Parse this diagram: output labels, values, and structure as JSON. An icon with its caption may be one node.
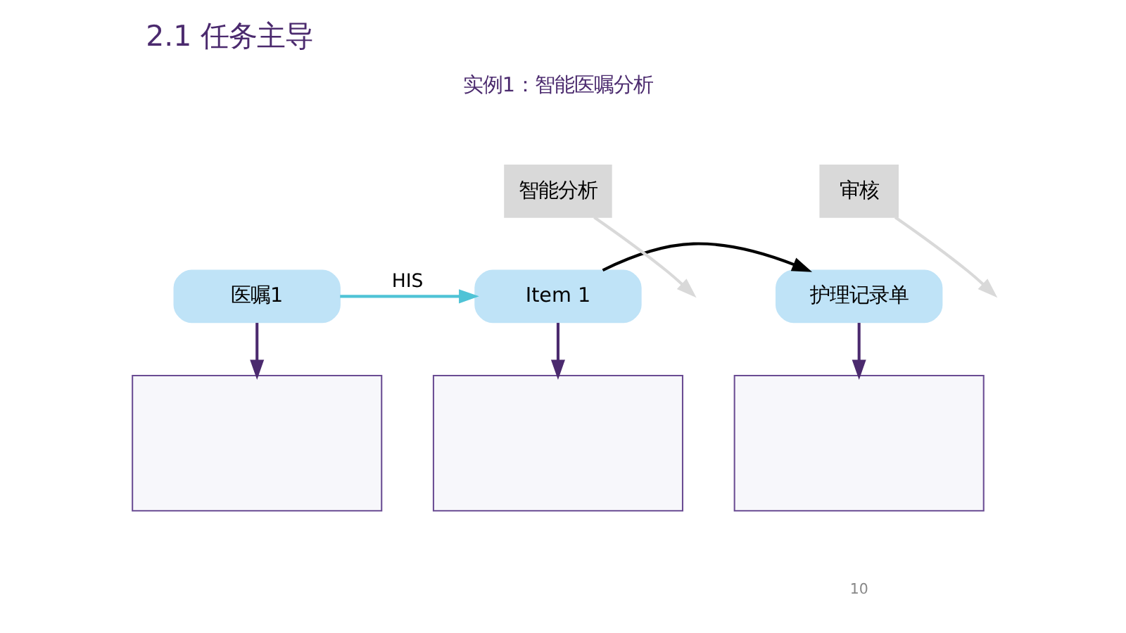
{
  "diagram": {
    "title": "2.1 任务主导",
    "nodes": [
      {
        "text": [
          "医嘱1"
        ]
      },
      {
        "text": [
          "Item 1"
        ]
      },
      {
        "text": [
          "护理记录单"
        ]
      },
      {
        "text": [
          "智能分析"
        ]
      },
      {
        "text": [
          "审核"
        ]
      },
      {
        "text": [],
        "shape": "box"
      },
      {
        "text": [],
        "shape": "box"
      },
      {
        "text": [],
        "shape": "box"
      }
    ],
    "edges": [
      {
        "from": 0,
        "to": 1,
        "arrow": "to",
        "label": "HIS",
        "color": "#4fc3d6"
      },
      {
        "from": 1,
        "to": 2,
        "arrow": "to",
        "color": "#000000"
      },
      {
        "from": 3,
        "to": null,
        "arrow": "to",
        "color": "#d9d9d9"
      },
      {
        "from": 4,
        "to": null,
        "arrow": "to",
        "color": "#d9d9d9"
      },
      {
        "from": 0,
        "to": 5,
        "arrow": "to",
        "color": "#4b2a6e"
      },
      {
        "from": 1,
        "to": 6,
        "arrow": "to",
        "color": "#4b2a6e"
      },
      {
        "from": 2,
        "to": 7,
        "arrow": "to",
        "color": "#4b2a6e"
      }
    ],
    "labels": [
      "实例1：智能医嘱分析",
      "10"
    ]
  }
}
